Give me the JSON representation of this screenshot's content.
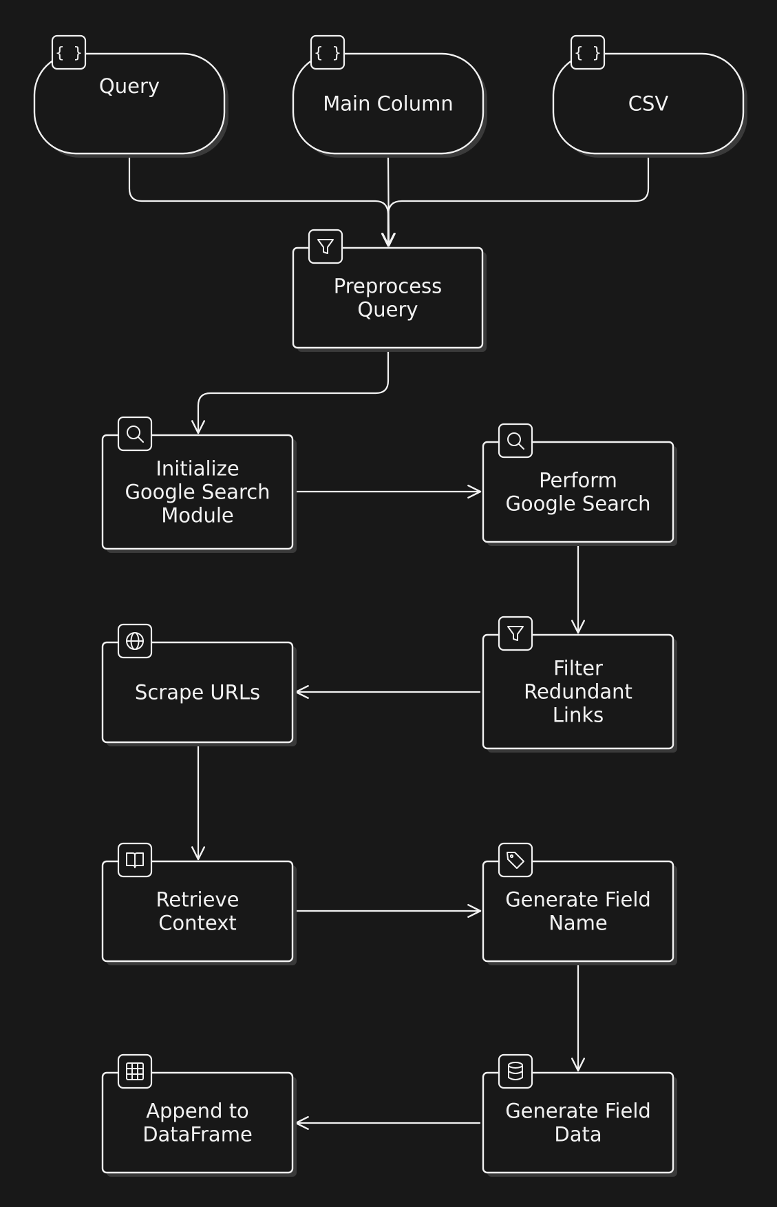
{
  "diagram": {
    "colors": {
      "background": "#181818",
      "stroke": "#f2f2f2",
      "shadow": "#3a3a3a"
    },
    "nodes": {
      "query": {
        "lines": [
          "Query"
        ],
        "icon": "braces-icon"
      },
      "main_column": {
        "lines": [
          "Main Column"
        ],
        "icon": "braces-icon"
      },
      "csv": {
        "lines": [
          "CSV"
        ],
        "icon": "braces-icon"
      },
      "preprocess_query": {
        "lines": [
          "Preprocess",
          "Query"
        ],
        "icon": "filter-icon"
      },
      "init_search": {
        "lines": [
          "Initialize",
          "Google Search",
          "Module"
        ],
        "icon": "search-icon"
      },
      "perform_search": {
        "lines": [
          "Perform",
          "Google Search"
        ],
        "icon": "search-icon"
      },
      "filter_links": {
        "lines": [
          "Filter",
          "Redundant",
          "Links"
        ],
        "icon": "filter-icon"
      },
      "scrape_urls": {
        "lines": [
          "Scrape URLs"
        ],
        "icon": "globe-icon"
      },
      "retrieve_context": {
        "lines": [
          "Retrieve",
          "Context"
        ],
        "icon": "book-icon"
      },
      "gen_field_name": {
        "lines": [
          "Generate Field",
          "Name"
        ],
        "icon": "tag-icon"
      },
      "gen_field_data": {
        "lines": [
          "Generate Field",
          "Data"
        ],
        "icon": "database-icon"
      },
      "append_df": {
        "lines": [
          "Append to",
          "DataFrame"
        ],
        "icon": "table-icon"
      }
    },
    "edges": [
      {
        "from": "query",
        "to": "preprocess_query"
      },
      {
        "from": "main_column",
        "to": "preprocess_query"
      },
      {
        "from": "csv",
        "to": "preprocess_query"
      },
      {
        "from": "preprocess_query",
        "to": "init_search"
      },
      {
        "from": "init_search",
        "to": "perform_search"
      },
      {
        "from": "perform_search",
        "to": "filter_links"
      },
      {
        "from": "filter_links",
        "to": "scrape_urls"
      },
      {
        "from": "scrape_urls",
        "to": "retrieve_context"
      },
      {
        "from": "retrieve_context",
        "to": "gen_field_name"
      },
      {
        "from": "gen_field_name",
        "to": "gen_field_data"
      },
      {
        "from": "gen_field_data",
        "to": "append_df"
      }
    ]
  }
}
